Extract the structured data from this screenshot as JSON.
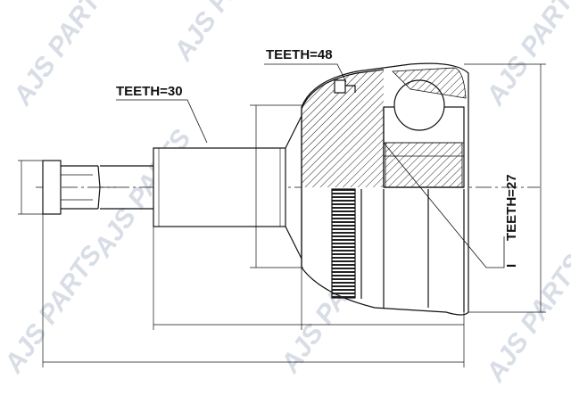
{
  "labels": {
    "teeth_left": "TEETH=30",
    "teeth_top": "TEETH=48",
    "teeth_right": "TEETH=27",
    "right_marker": "I"
  },
  "watermark": {
    "text": "AJS PARTS",
    "color": "#d8dde6"
  },
  "colors": {
    "line": "#111111",
    "background": "#ffffff"
  }
}
